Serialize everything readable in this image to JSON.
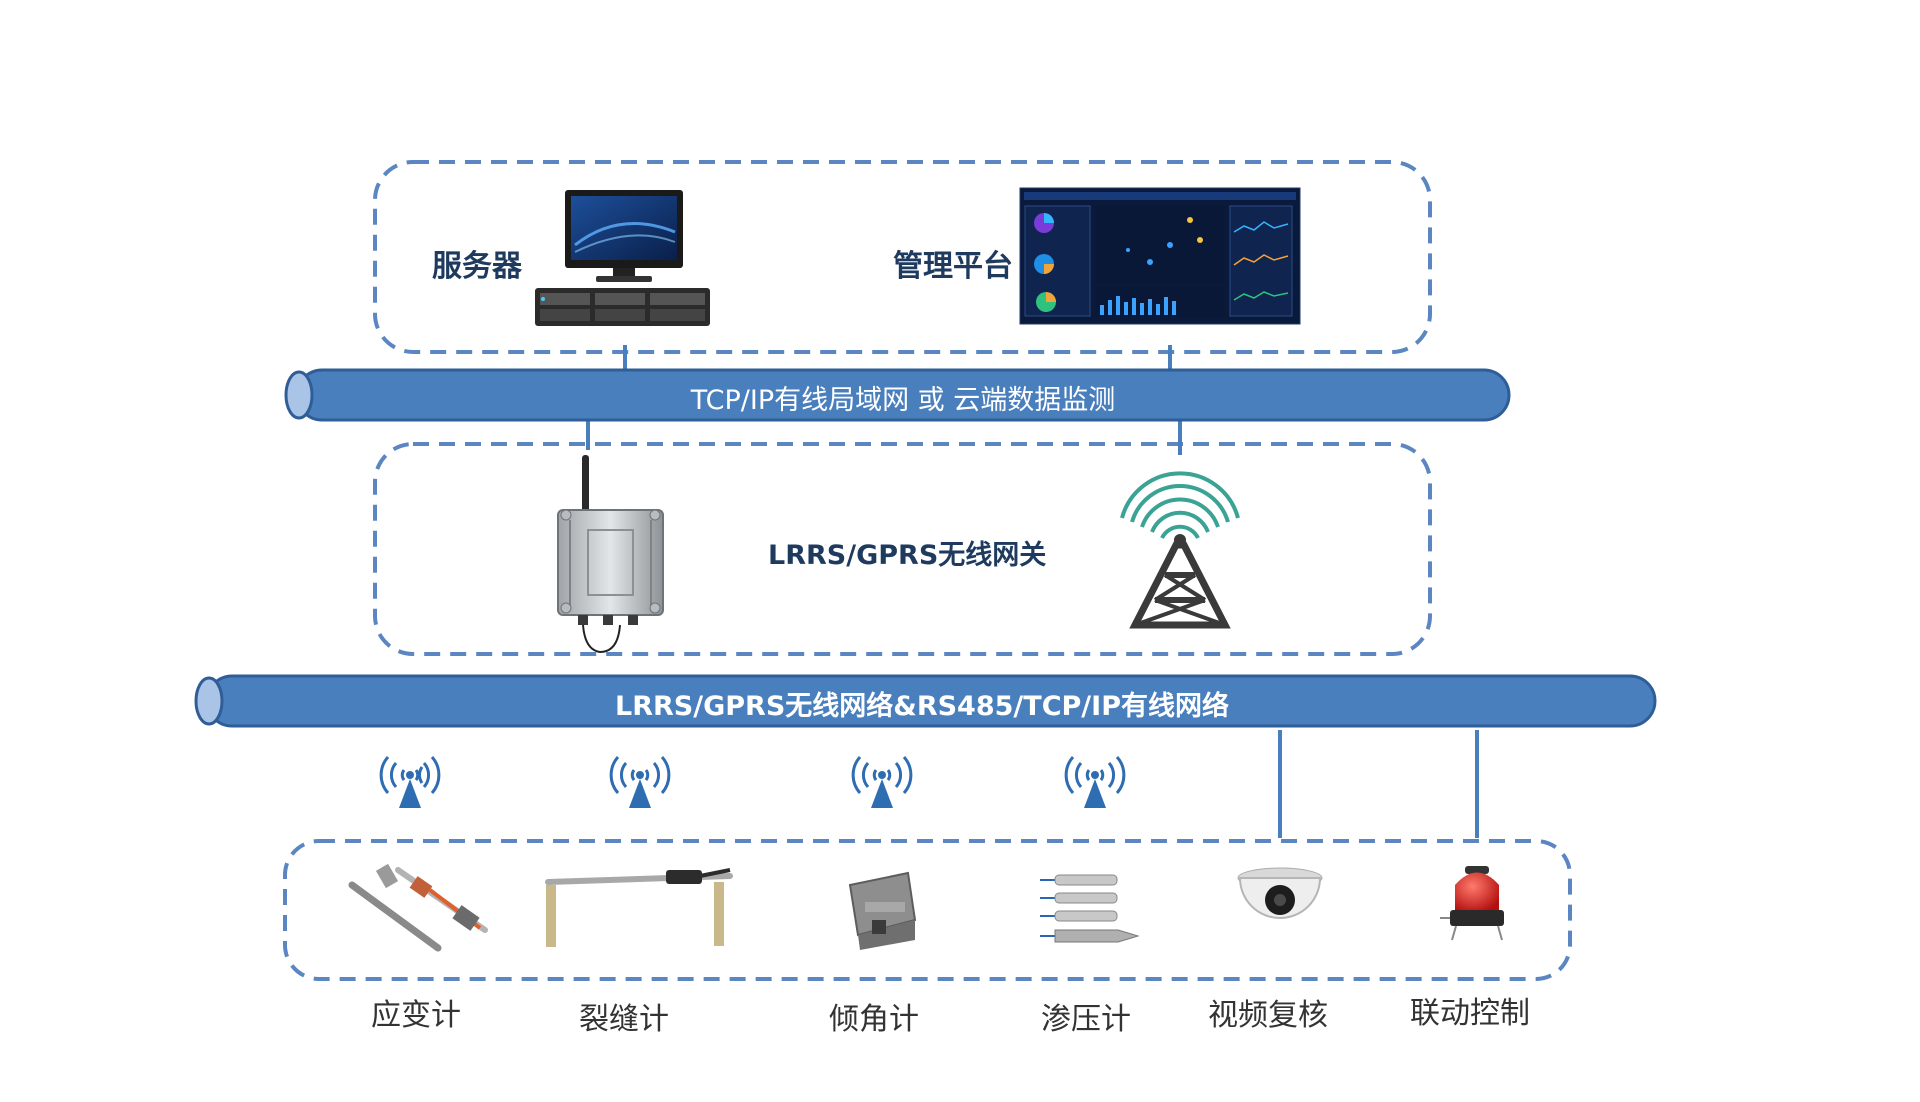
{
  "server_layer": {
    "server_label": "服务器",
    "platform_label": "管理平台"
  },
  "wired_bus": {
    "label": "TCP/IP有线局域网 或 云端数据监测"
  },
  "gateway_layer": {
    "label": "LRRS/GPRS无线网关"
  },
  "field_bus": {
    "label": "LRRS/GPRS无线网络&RS485/TCP/IP有线网络"
  },
  "devices": [
    {
      "label": "应变计",
      "icon": "strain-gauge-icon",
      "link": "wireless"
    },
    {
      "label": "裂缝计",
      "icon": "crack-meter-icon",
      "link": "wireless"
    },
    {
      "label": "倾角计",
      "icon": "inclinometer-icon",
      "link": "wireless"
    },
    {
      "label": "渗压计",
      "icon": "piezometer-icon",
      "link": "wireless"
    },
    {
      "label": "视频复核",
      "icon": "dome-camera-icon",
      "link": "wired"
    },
    {
      "label": "联动控制",
      "icon": "warning-light-icon",
      "link": "wired"
    }
  ],
  "colors": {
    "bus_fill": "#4a7fbe",
    "bus_end": "#a9c4e6",
    "dash_border": "#5b86c2",
    "label_dark": "#1f3a5f",
    "wireless_icon": "#2f6db3"
  }
}
